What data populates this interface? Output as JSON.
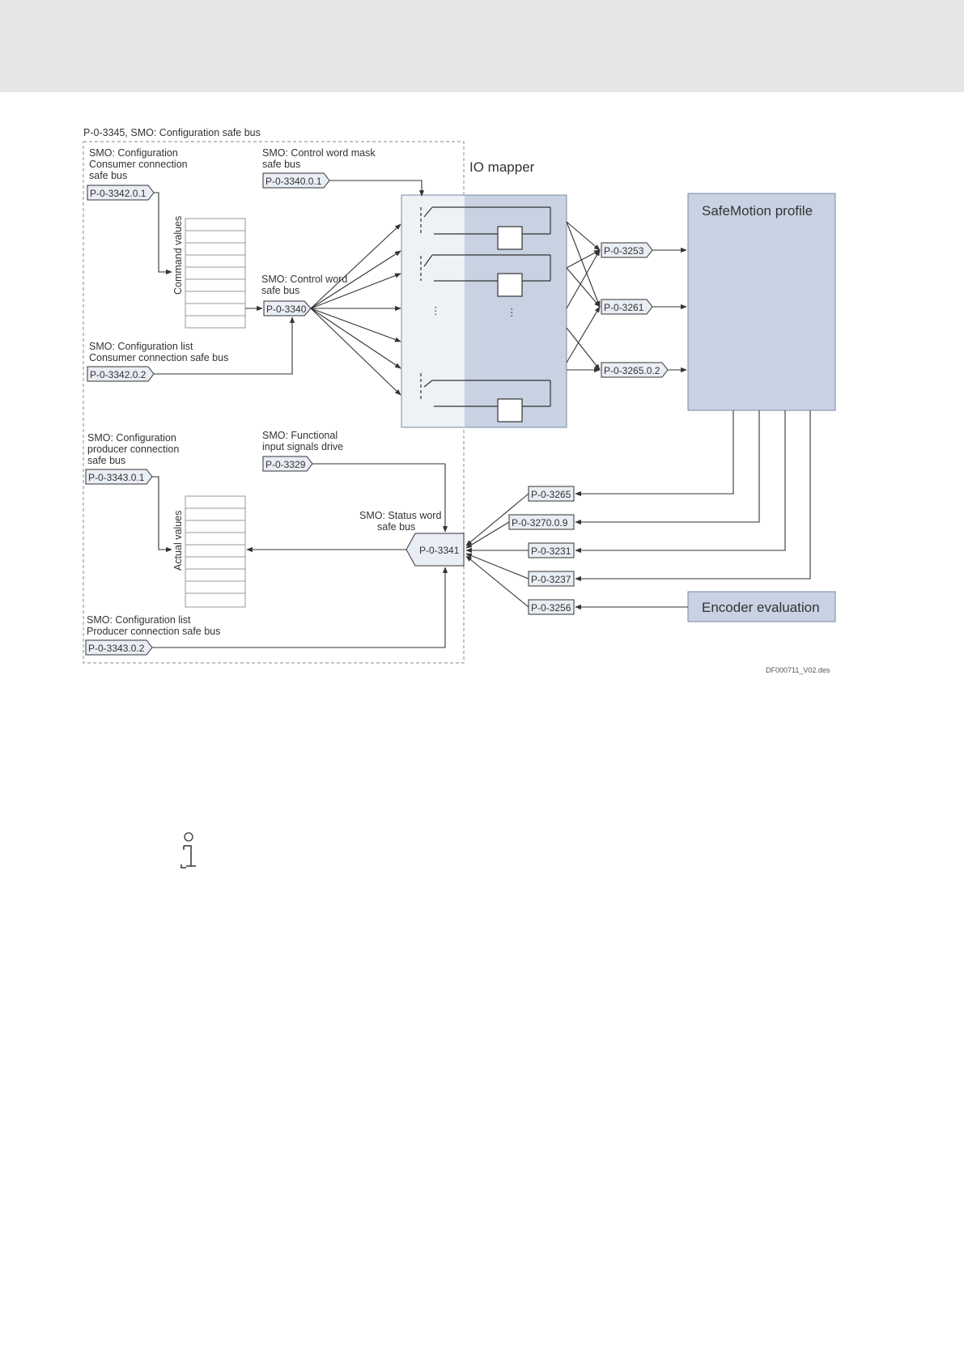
{
  "diagram": {
    "frame_title": "P-0-3345, SMO: Configuration safe bus",
    "io_mapper_title": "IO mapper",
    "profile_title": "SafeMotion profile",
    "encoder_title": "Encoder evaluation",
    "labels": {
      "consumer_conn": [
        "SMO: Configuration",
        "Consumer connection",
        "safe bus"
      ],
      "mask": [
        "SMO: Control word mask",
        "safe bus"
      ],
      "control_word": [
        "SMO: Control word",
        "safe bus"
      ],
      "consumer_list": [
        "SMO: Configuration list",
        "Consumer connection safe bus"
      ],
      "producer_conn": [
        "SMO: Configuration",
        "producer connection",
        "safe bus"
      ],
      "functional": [
        "SMO: Functional",
        "input signals drive"
      ],
      "status_word": [
        "SMO: Status word",
        "safe bus"
      ],
      "producer_list": [
        "SMO: Configuration list",
        "Producer connection safe bus"
      ]
    },
    "command_values": "Command values",
    "actual_values": "Actual values",
    "tags": {
      "p3342_01": "P-0-3342.0.1",
      "p3340_01": "P-0-3340.0.1",
      "p3340": "P-0-3340",
      "p3342_02": "P-0-3342.0.2",
      "p3343_01": "P-0-3343.0.1",
      "p3329": "P-0-3329",
      "p3341": "P-0-3341",
      "p3343_02": "P-0-3343.0.2",
      "p3253": "P-0-3253",
      "p3261": "P-0-3261",
      "p3265_02": "P-0-3265.0.2",
      "p3265": "P-0-3265",
      "p3270_09": "P-0-3270.0.9",
      "p3231": "P-0-3231",
      "p3237": "P-0-3237",
      "p3256": "P-0-3256"
    },
    "ellipsis": "⋮",
    "file_ref": "DF000711_V02.des"
  },
  "colors": {
    "header_band": "#e6e6e6",
    "block_fill": "#c8d2e3",
    "mapper_light": "#eef1f6",
    "tag_fill": "#e9edf4",
    "line": "#333333"
  },
  "icons": {
    "info": "info-icon"
  }
}
